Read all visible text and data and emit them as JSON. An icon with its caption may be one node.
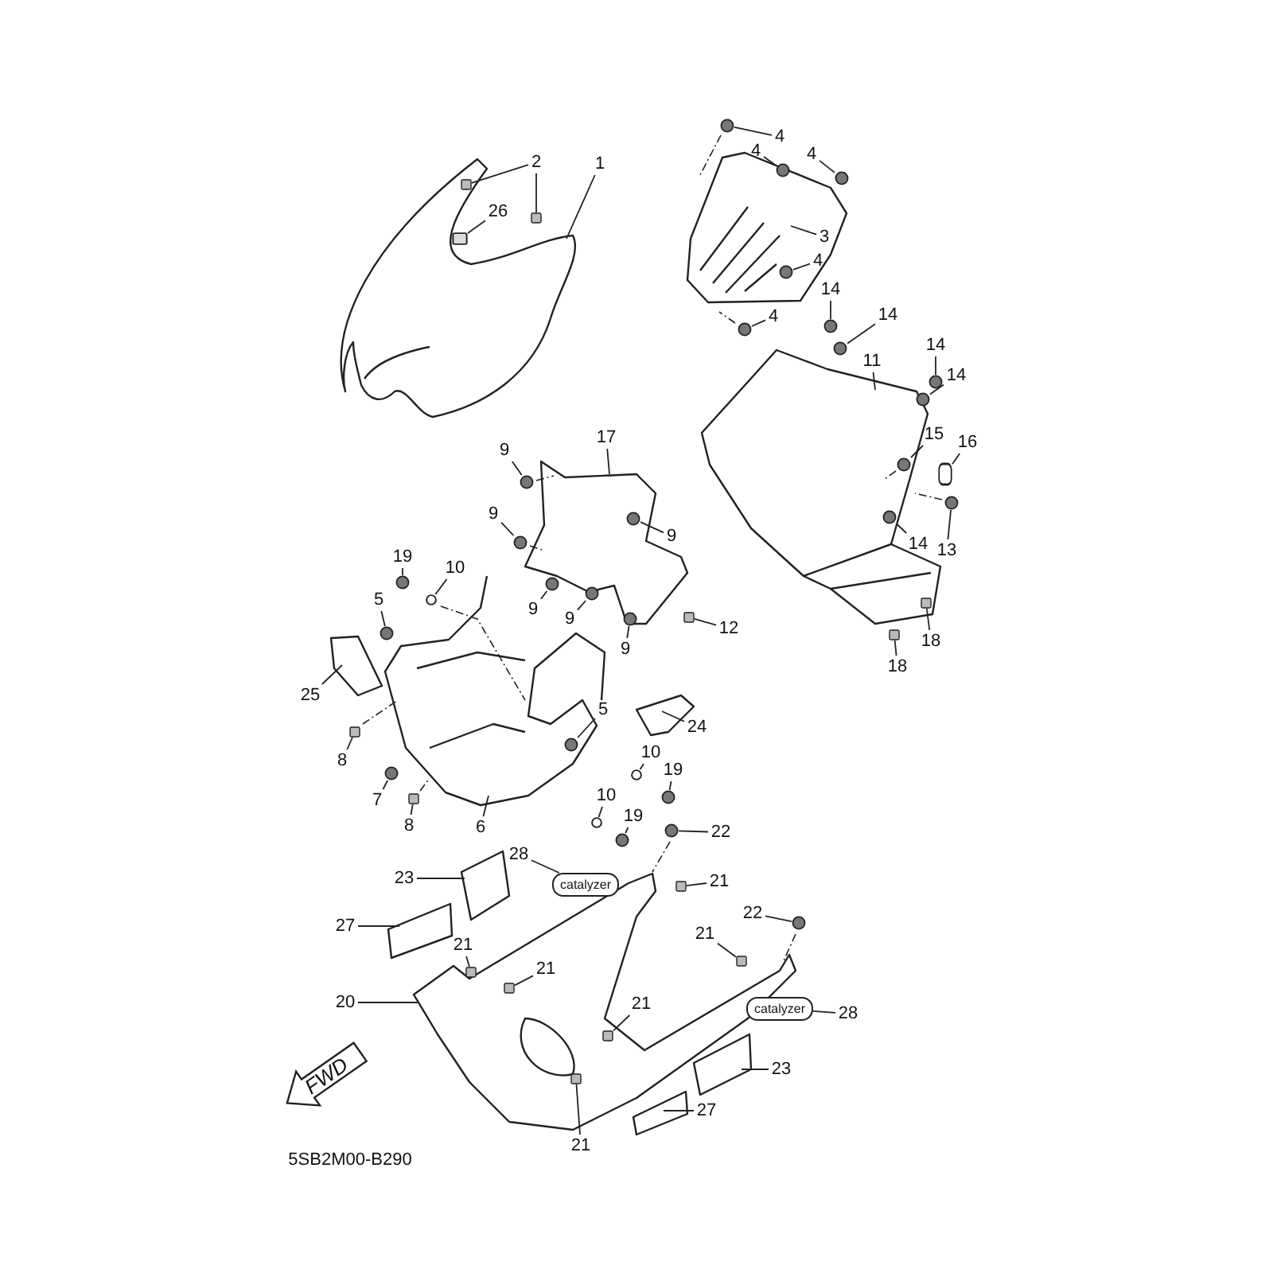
{
  "diagram": {
    "nodes": [
      {
        "text": [
          "2"
        ]
      },
      {
        "text": [
          "1"
        ]
      },
      {
        "text": [
          "26"
        ]
      },
      {
        "text": [
          "4"
        ]
      },
      {
        "text": [
          "4"
        ]
      },
      {
        "text": [
          "4"
        ]
      },
      {
        "text": [
          "3"
        ]
      },
      {
        "text": [
          "4"
        ]
      },
      {
        "text": [
          "4"
        ]
      },
      {
        "text": [
          "14"
        ]
      },
      {
        "text": [
          "14"
        ]
      },
      {
        "text": [
          "14"
        ]
      },
      {
        "text": [
          "11"
        ]
      },
      {
        "text": [
          "14"
        ]
      },
      {
        "text": [
          "15"
        ]
      },
      {
        "text": [
          "16"
        ]
      },
      {
        "text": [
          "17"
        ]
      },
      {
        "text": [
          "9"
        ]
      },
      {
        "text": [
          "9"
        ]
      },
      {
        "text": [
          "9"
        ]
      },
      {
        "text": [
          "14"
        ]
      },
      {
        "text": [
          "13"
        ]
      },
      {
        "text": [
          "19"
        ]
      },
      {
        "text": [
          "10"
        ]
      },
      {
        "text": [
          "5"
        ]
      },
      {
        "text": [
          "9"
        ]
      },
      {
        "text": [
          "9"
        ]
      },
      {
        "text": [
          "12"
        ]
      },
      {
        "text": [
          "18"
        ]
      },
      {
        "text": [
          "9"
        ]
      },
      {
        "text": [
          "18"
        ]
      },
      {
        "text": [
          "25"
        ]
      },
      {
        "text": [
          "5"
        ]
      },
      {
        "text": [
          "24"
        ]
      },
      {
        "text": [
          "10"
        ]
      },
      {
        "text": [
          "8"
        ]
      },
      {
        "text": [
          "19"
        ]
      },
      {
        "text": [
          "7"
        ]
      },
      {
        "text": [
          "10"
        ]
      },
      {
        "text": [
          "19"
        ]
      },
      {
        "text": [
          "8"
        ]
      },
      {
        "text": [
          "6"
        ]
      },
      {
        "text": [
          "22"
        ]
      },
      {
        "text": [
          "28"
        ]
      },
      {
        "text": [
          "catalyzer"
        ]
      },
      {
        "text": [
          "23"
        ]
      },
      {
        "text": [
          "21"
        ]
      },
      {
        "text": [
          "22"
        ]
      },
      {
        "text": [
          "27"
        ]
      },
      {
        "text": [
          "21"
        ]
      },
      {
        "text": [
          "21"
        ]
      },
      {
        "text": [
          "21"
        ]
      },
      {
        "text": [
          "20"
        ]
      },
      {
        "text": [
          "21"
        ]
      },
      {
        "text": [
          "catalyzer"
        ]
      },
      {
        "text": [
          "28"
        ]
      },
      {
        "text": [
          "23"
        ]
      },
      {
        "text": [
          "27"
        ]
      },
      {
        "text": [
          "21"
        ]
      },
      {
        "text": [],
        "shape": "box"
      },
      {
        "text": [],
        "shape": "box"
      },
      {
        "text": [],
        "shape": "box"
      },
      {
        "text": [],
        "shape": "circle"
      },
      {
        "text": [],
        "shape": "circle"
      },
      {
        "text": [],
        "shape": "circle"
      },
      {
        "text": [],
        "shape": "circle"
      },
      {
        "text": [],
        "shape": "circle"
      },
      {
        "text": [],
        "shape": "circle"
      },
      {
        "text": [],
        "shape": "circle"
      },
      {
        "text": [],
        "shape": "circle"
      },
      {
        "text": [],
        "shape": "circle"
      },
      {
        "text": [],
        "shape": "circle"
      },
      {
        "text": [],
        "shape": "box"
      },
      {
        "text": [],
        "shape": "circle"
      },
      {
        "text": [],
        "shape": "circle"
      },
      {
        "text": [],
        "shape": "circle"
      },
      {
        "text": [],
        "shape": "circle"
      },
      {
        "text": [],
        "shape": "circle"
      },
      {
        "text": [],
        "shape": "circle"
      },
      {
        "text": [],
        "shape": "circle"
      },
      {
        "text": [],
        "shape": "circle"
      },
      {
        "text": [],
        "shape": "circle"
      },
      {
        "text": [],
        "shape": "circle"
      },
      {
        "text": [],
        "shape": "box"
      },
      {
        "text": [],
        "shape": "box"
      },
      {
        "text": [],
        "shape": "circle"
      },
      {
        "text": [],
        "shape": "box"
      },
      {
        "text": [],
        "shape": "circle"
      },
      {
        "text": [],
        "shape": "circle"
      },
      {
        "text": [],
        "shape": "box"
      },
      {
        "text": [],
        "shape": "circle"
      },
      {
        "text": [],
        "shape": "circle"
      },
      {
        "text": [],
        "shape": "circle"
      },
      {
        "text": [],
        "shape": "circle"
      },
      {
        "text": [],
        "shape": "box"
      },
      {
        "text": [],
        "shape": "circle"
      },
      {
        "text": [],
        "shape": "box"
      },
      {
        "text": [],
        "shape": "circle"
      },
      {
        "text": [],
        "shape": "box"
      },
      {
        "text": [],
        "shape": "box"
      },
      {
        "text": [],
        "shape": "box"
      },
      {
        "text": [],
        "shape": "box"
      },
      {
        "text": [],
        "shape": "box"
      }
    ],
    "edges": [
      {
        "from": 0,
        "to": 59,
        "arrow": "none"
      },
      {
        "from": 0,
        "to": 60,
        "arrow": "none"
      },
      {
        "from": 1,
        "to": null,
        "arrow": "none"
      },
      {
        "from": 2,
        "to": 61,
        "arrow": "none"
      },
      {
        "from": 3,
        "to": 62,
        "arrow": "none"
      },
      {
        "from": 4,
        "to": 63,
        "arrow": "none"
      },
      {
        "from": 5,
        "to": 64,
        "arrow": "none"
      },
      {
        "from": 6,
        "to": null,
        "arrow": "none"
      },
      {
        "from": 7,
        "to": 65,
        "arrow": "none"
      },
      {
        "from": 8,
        "to": 66,
        "arrow": "none"
      },
      {
        "from": 9,
        "to": 67,
        "arrow": "none"
      },
      {
        "from": 10,
        "to": 68,
        "arrow": "none"
      },
      {
        "from": 11,
        "to": 69,
        "arrow": "none"
      },
      {
        "from": 12,
        "to": null,
        "arrow": "none"
      },
      {
        "from": 13,
        "to": 70,
        "arrow": "none"
      },
      {
        "from": 14,
        "to": 71,
        "arrow": "none"
      },
      {
        "from": 15,
        "to": 72,
        "arrow": "none"
      },
      {
        "from": 16,
        "to": null,
        "arrow": "none"
      },
      {
        "from": 17,
        "to": 73,
        "arrow": "none"
      },
      {
        "from": 18,
        "to": 74,
        "arrow": "none"
      },
      {
        "from": 19,
        "to": 75,
        "arrow": "none"
      },
      {
        "from": 20,
        "to": 76,
        "arrow": "none"
      },
      {
        "from": 21,
        "to": 77,
        "arrow": "none"
      },
      {
        "from": 22,
        "to": 78,
        "arrow": "none"
      },
      {
        "from": 23,
        "to": 79,
        "arrow": "none"
      },
      {
        "from": 24,
        "to": 80,
        "arrow": "none"
      },
      {
        "from": 25,
        "to": 81,
        "arrow": "none"
      },
      {
        "from": 26,
        "to": 82,
        "arrow": "none"
      },
      {
        "from": 27,
        "to": 83,
        "arrow": "none"
      },
      {
        "from": 28,
        "to": 84,
        "arrow": "none"
      },
      {
        "from": 29,
        "to": 85,
        "arrow": "none"
      },
      {
        "from": 30,
        "to": 86,
        "arrow": "none"
      },
      {
        "from": 31,
        "to": null,
        "arrow": "none"
      },
      {
        "from": 32,
        "to": 87,
        "arrow": "none"
      },
      {
        "from": 33,
        "to": null,
        "arrow": "none"
      },
      {
        "from": 34,
        "to": 88,
        "arrow": "none"
      },
      {
        "from": 35,
        "to": 89,
        "arrow": "none"
      },
      {
        "from": 36,
        "to": 90,
        "arrow": "none"
      },
      {
        "from": 37,
        "to": 91,
        "arrow": "none"
      },
      {
        "from": 38,
        "to": 92,
        "arrow": "none"
      },
      {
        "from": 39,
        "to": 93,
        "arrow": "none"
      },
      {
        "from": 40,
        "to": 94,
        "arrow": "none"
      },
      {
        "from": 41,
        "to": null,
        "arrow": "none"
      },
      {
        "from": 42,
        "to": 95,
        "arrow": "none"
      },
      {
        "from": 43,
        "to": 44,
        "arrow": "none"
      },
      {
        "from": 45,
        "to": null,
        "arrow": "none"
      },
      {
        "from": 46,
        "to": 96,
        "arrow": "none"
      },
      {
        "from": 47,
        "to": 97,
        "arrow": "none"
      },
      {
        "from": 48,
        "to": null,
        "arrow": "none"
      },
      {
        "from": 49,
        "to": 98,
        "arrow": "none"
      },
      {
        "from": 50,
        "to": 99,
        "arrow": "none"
      },
      {
        "from": 51,
        "to": 100,
        "arrow": "none"
      },
      {
        "from": 52,
        "to": null,
        "arrow": "none"
      },
      {
        "from": 53,
        "to": 101,
        "arrow": "none"
      },
      {
        "from": 55,
        "to": 54,
        "arrow": "none"
      },
      {
        "from": 56,
        "to": null,
        "arrow": "none"
      },
      {
        "from": 57,
        "to": null,
        "arrow": "none"
      },
      {
        "from": 58,
        "to": 102,
        "arrow": "none"
      }
    ],
    "labels": [
      "FWD",
      "5SB2M00-B290"
    ]
  }
}
